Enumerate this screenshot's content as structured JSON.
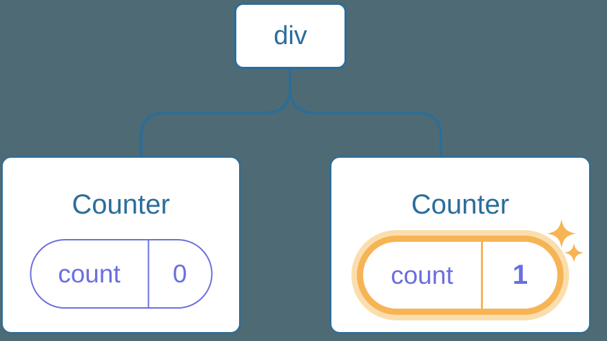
{
  "colors": {
    "background": "#4d6a75",
    "blue": "#2b6d9a",
    "purple": "#6a6fdd",
    "orange": "#f6b455",
    "orange_glow": "#fbdeae",
    "card_bg": "#ffffff"
  },
  "icons": {
    "sparkle-icon": "✦"
  },
  "tree": {
    "root": {
      "label": "div"
    },
    "children": [
      {
        "title": "Counter",
        "state": {
          "key": "count",
          "value": "0"
        },
        "highlighted": false
      },
      {
        "title": "Counter",
        "state": {
          "key": "count",
          "value": "1"
        },
        "highlighted": true
      }
    ]
  }
}
